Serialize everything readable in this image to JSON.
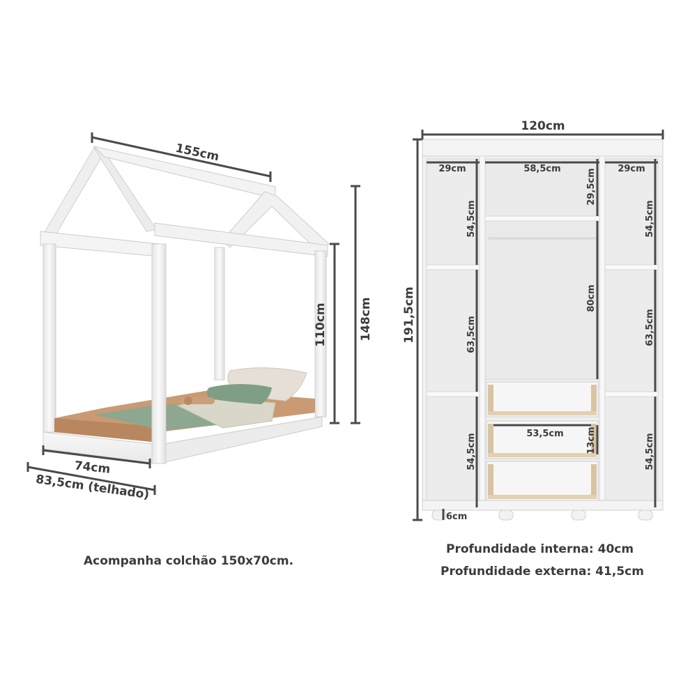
{
  "bed": {
    "length": "155cm",
    "height_inner": "110cm",
    "height_total": "148cm",
    "width": "74cm",
    "width_roof": "83,5cm (telhado)",
    "caption": "Acompanha colchão 150x70cm."
  },
  "wardrobe": {
    "width_total": "120cm",
    "height_total": "191,5cm",
    "top_left_width": "29cm",
    "top_center_width": "58,5cm",
    "top_right_width": "29cm",
    "top_center_height": "29,5cm",
    "left_upper_height": "54,5cm",
    "right_upper_height": "54,5cm",
    "left_mid_height": "63,5cm",
    "right_mid_height": "63,5cm",
    "hanging_height": "80cm",
    "left_lower_height": "54,5cm",
    "right_lower_height": "54,5cm",
    "drawer_width": "53,5cm",
    "drawer_height": "13cm",
    "foot_height": "6cm",
    "depth_internal": "Profundidade interna: 40cm",
    "depth_external": "Profundidade externa: 41,5cm"
  },
  "colors": {
    "dimension_line": "#4a4a4a",
    "frame_white": "#f2f2f2",
    "frame_shadow": "#cfcfcf",
    "mattress": "#c99a73",
    "blanket": "#8ea78f",
    "pillow_green": "#7f9e86",
    "pillow_cream": "#e6dfd6",
    "drawer_wood": "#d9c3a0"
  }
}
